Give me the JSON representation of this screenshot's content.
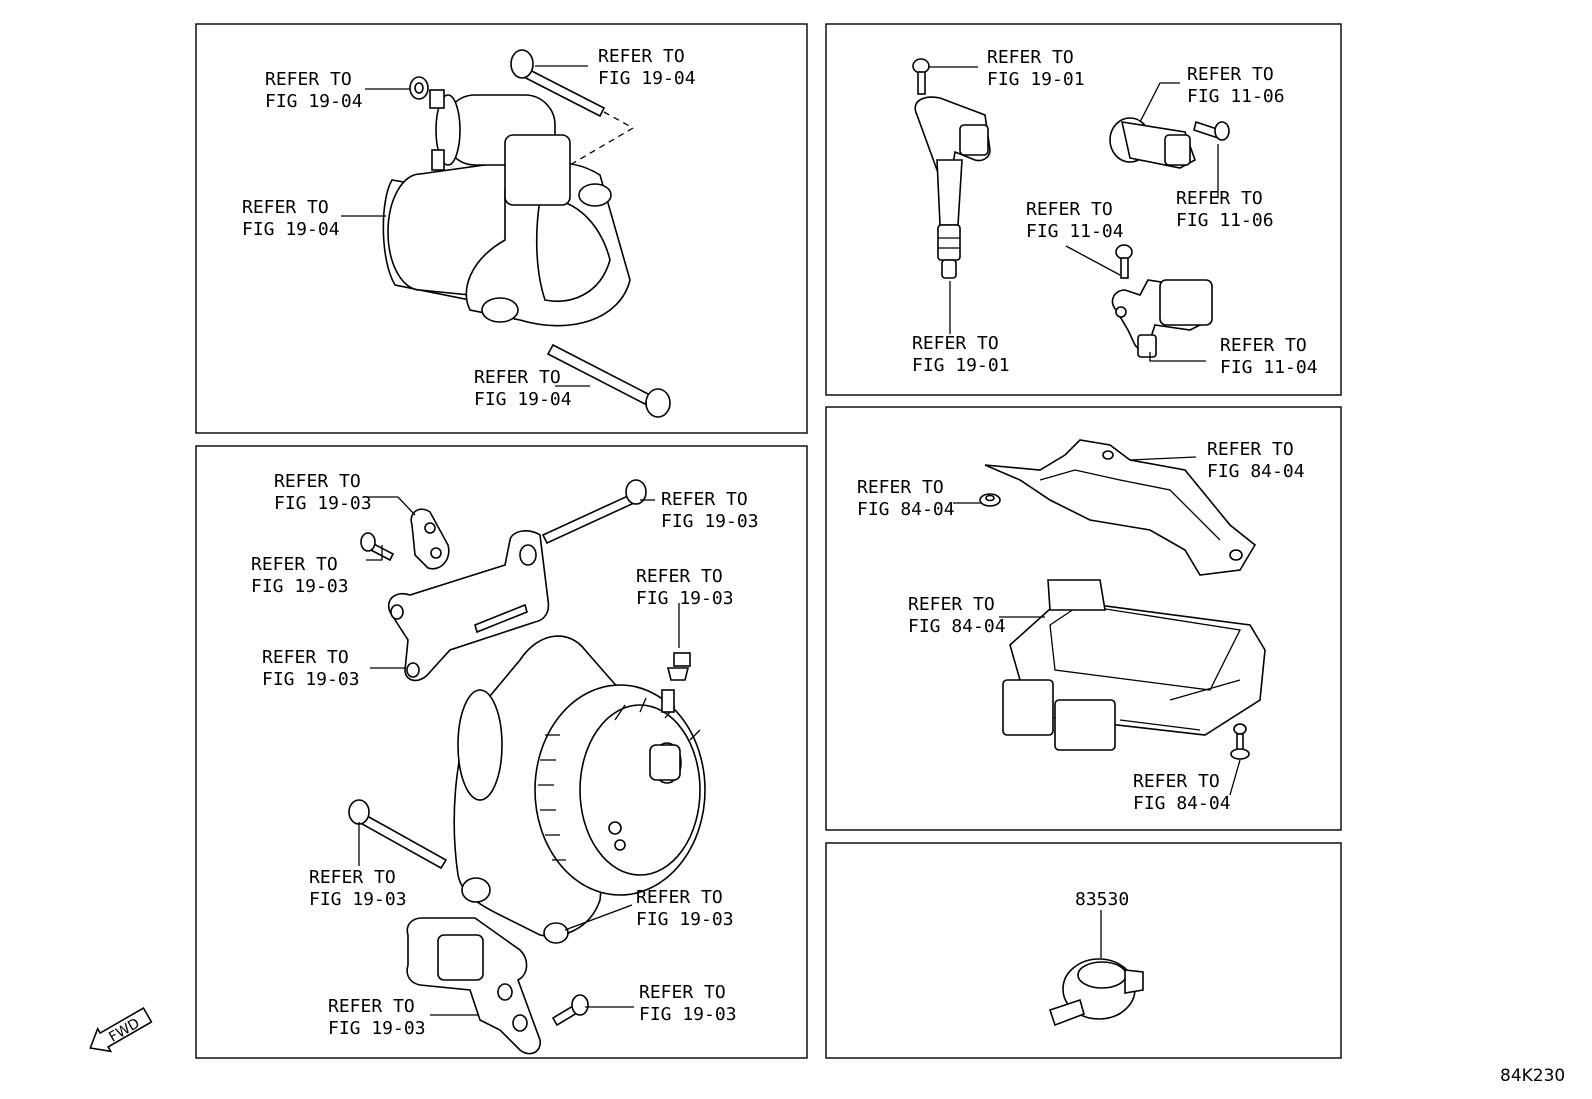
{
  "figure_code": "84K230",
  "direction_label": "FWD",
  "part_number": "83530",
  "refer_prefix": "REFER TO",
  "callouts": {
    "starter_nut": "FIG 19-04",
    "starter_bolt_top": "FIG 19-04",
    "starter_body": "FIG 19-04",
    "starter_bolt_bottom": "FIG 19-04",
    "coil_bolt": "FIG 19-01",
    "coil_body": "FIG 19-01",
    "crank_sensor": "FIG 11-06",
    "crank_sensor_bolt": "FIG 11-06",
    "cam_sensor_bolt": "FIG 11-04",
    "cam_sensor": "FIG 11-04",
    "bracket_plate": "FIG 19-03",
    "bracket_bolt_small": "FIG 19-03",
    "alt_bolt_long_top": "FIG 19-03",
    "terminal_nut": "FIG 19-03",
    "alt_bracket": "FIG 19-03",
    "alt_bolt_long_bottom": "FIG 19-03",
    "alt_lower_mount": "FIG 19-03",
    "lower_bracket": "FIG 19-03",
    "lower_bracket_bolt": "FIG 19-03",
    "ecu_bracket": "FIG 84-04",
    "ecu_nut": "FIG 84-04",
    "ecu_module": "FIG 84-04",
    "ecu_bolt": "FIG 84-04"
  }
}
